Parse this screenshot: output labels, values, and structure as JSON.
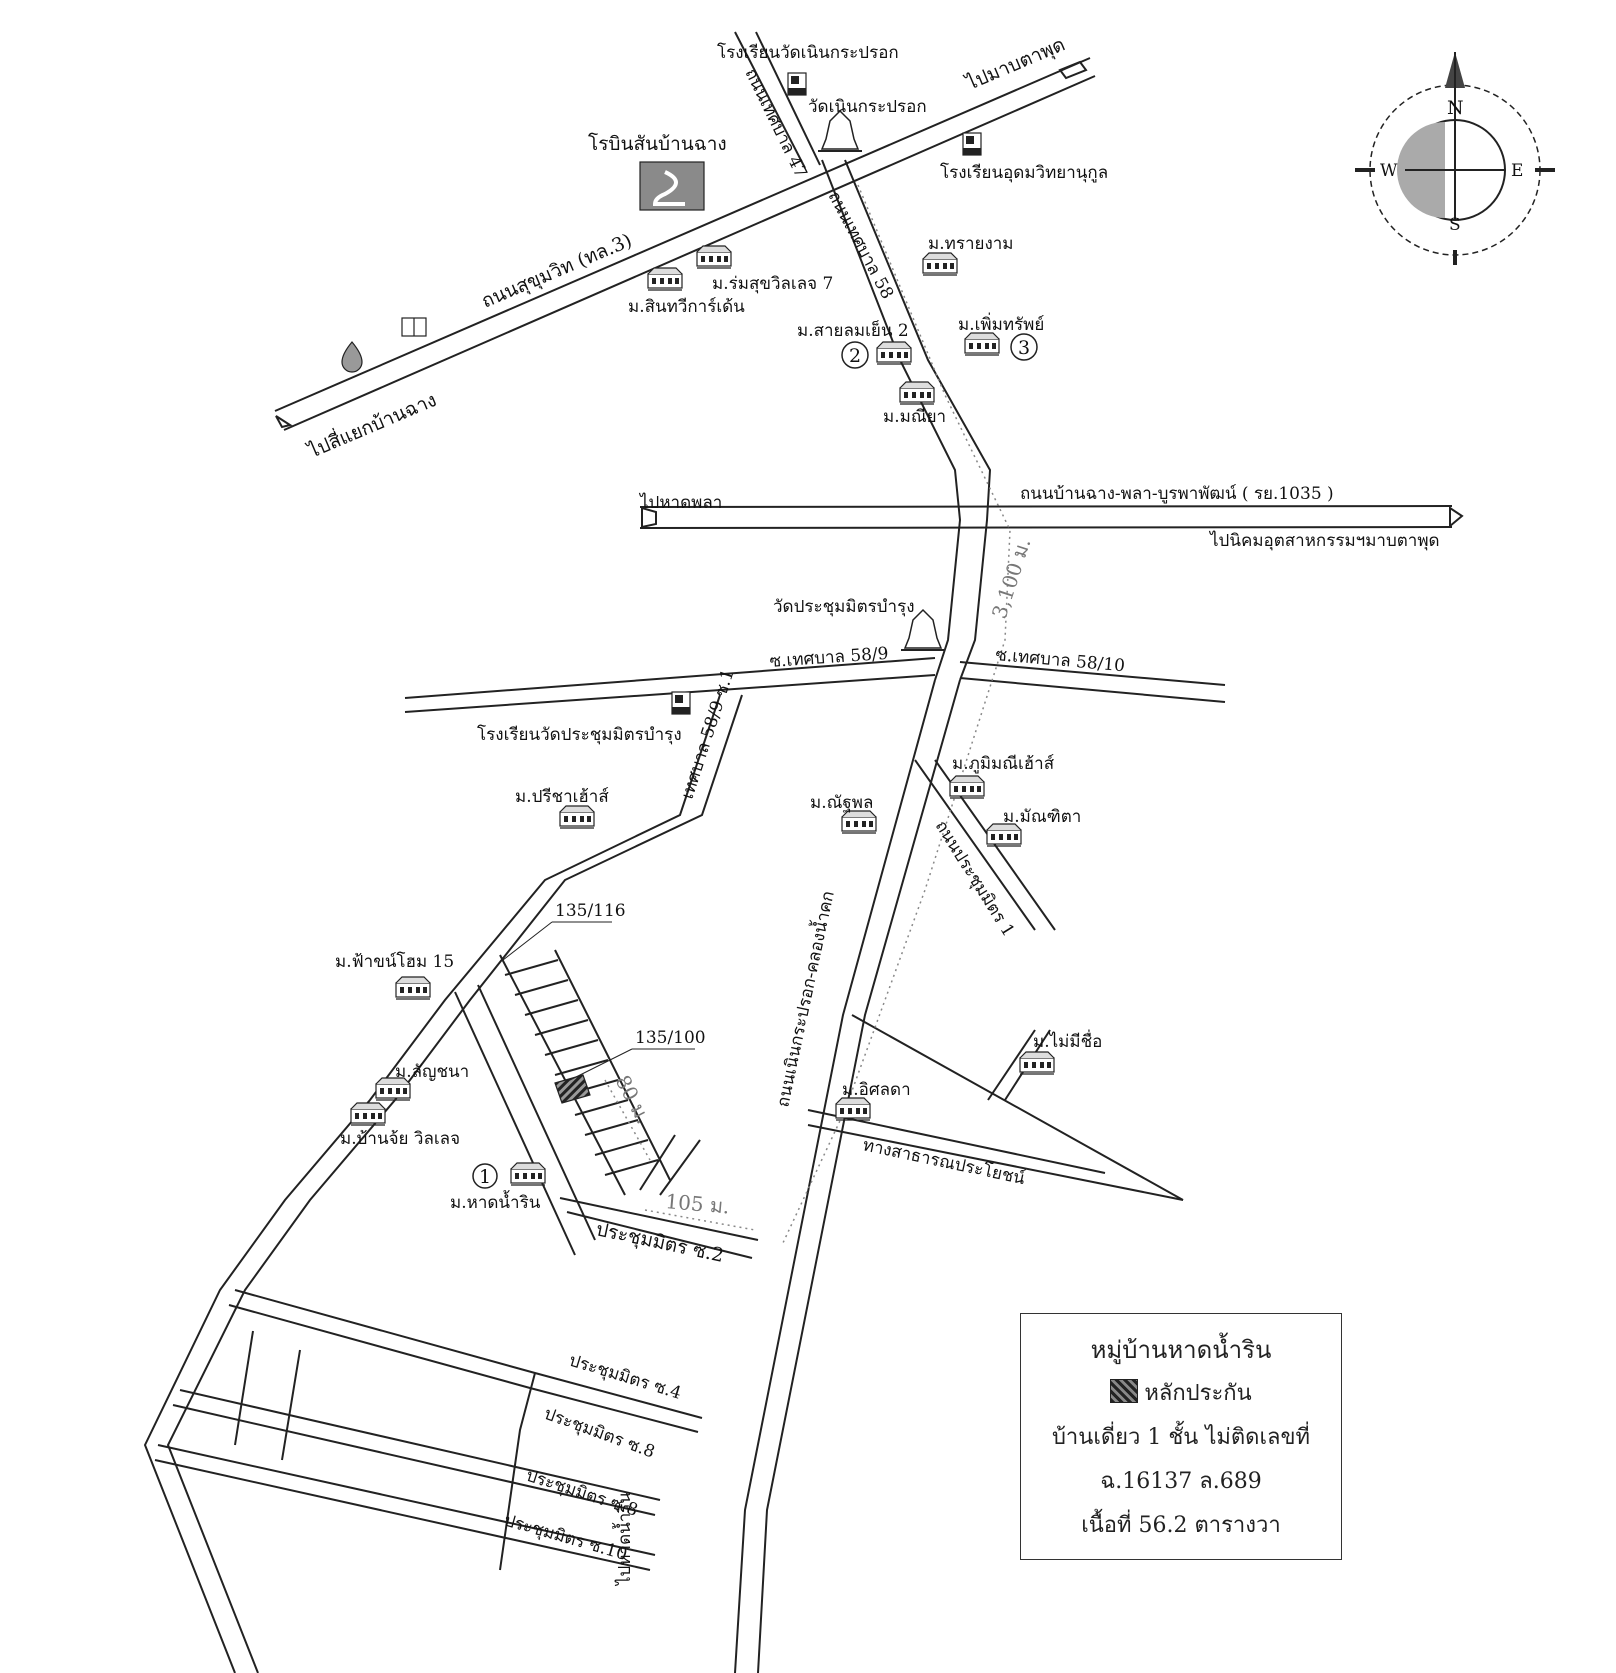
{
  "roads": {
    "sukhumvit": "ถนนสุขุมวิท (ทล.3)",
    "to_ban_chang": "ไปสี่แยกบ้านฉาง",
    "to_map_ta_phut": "ไปมาบตาพุด",
    "tessaban47": "ถนนเทศบาล 47",
    "tessaban58": "ถนนเทศบาล 58",
    "ban_chang_phla": "ถนนบ้านฉาง-พลา-บูรพาพัฒน์ ( รย.1035 )",
    "to_hat_phla": "ไปหาดพลา",
    "to_industrial": "ไปนิคมอุตสาหกรรมฯมาบตาพุด",
    "soi_58_9": "ซ.เทศบาล 58/9",
    "soi_58_10": "ซ.เทศบาล 58/10",
    "soi_58_9_1": "เทศบาล 58/9 ซ.1",
    "noen_krapork": "ถนนเนินกระปรอก-คลองน้ำคก",
    "prachum_1": "ถนนประชุมมิตร 1",
    "public_way": "ทางสาธารณประโยชน์",
    "prachum_2": "ประชุมมิตร ซ.2",
    "prachum_4": "ประชุมมิตร ซ.4",
    "prachum_8a": "ประชุมมิตร ซ.8",
    "prachum_8b": "ประชุมมิตร ซ.8",
    "prachum_10": "ประชุมมิตร ซ.10",
    "to_hat_nam_rin": "ไปหาดน้ำริน"
  },
  "places": {
    "school_noen": "โรงเรียนวัดเนินกระปรอก",
    "wat_noen": "วัดเนินกระปรอก",
    "school_udom": "โรงเรียนอุดมวิทยานุกูล",
    "hotel": "โรบินสันบ้านฉาง",
    "ruamsuk": "ม.ร่มสุขวิลเลจ 7",
    "sinthawee": "ม.สินทวีการ์เด้น",
    "saiyngam": "ม.ทรายงาม",
    "phermsub": "ม.เพิ่มทรัพย์",
    "saiylom": "ม.สายลมเย็น 2",
    "maniya": "ม.มณียา",
    "wat_prachum": "วัดประชุมมิตรบำรุง",
    "school_prachum": "โรงเรียนวัดประชุมมิตรบำรุง",
    "preecha": "ม.ปรีชาเฮ้าส์",
    "natpol": "ม.ณัฐพล",
    "phummanee": "ม.ภูมิมณีเฮ้าส์",
    "manthita": "ม.มัณฑิตา",
    "fahhome": "ม.ฟ้าขน์โฮม 15",
    "lanchana": "ม.ลัญชนา",
    "banjai": "ม.บ้านจ้ย วิลเลจ",
    "hat_nam_rin": "ม.หาดน้ำริน",
    "no_name": "ม.ไม่มีชื่อ",
    "isara": "ม.อิศลดา"
  },
  "plots": {
    "first": "135/116",
    "target": "135/100"
  },
  "distances": {
    "main": "3,100 ม.",
    "side": "80 ม.",
    "soi": "105 ม."
  },
  "markers": [
    "1",
    "2",
    "3"
  ],
  "compass": {
    "n": "N",
    "s": "S",
    "e": "E",
    "w": "W"
  },
  "legend": {
    "title": "หมู่บ้านหาดน้ำริน",
    "key": "หลักประกัน",
    "desc": "บ้านเดี่ยว 1 ชั้น ไม่ติดเลขที่",
    "deed": "ฉ.16137 ล.689",
    "area": "เนื้อที่ 56.2 ตารางวา"
  }
}
